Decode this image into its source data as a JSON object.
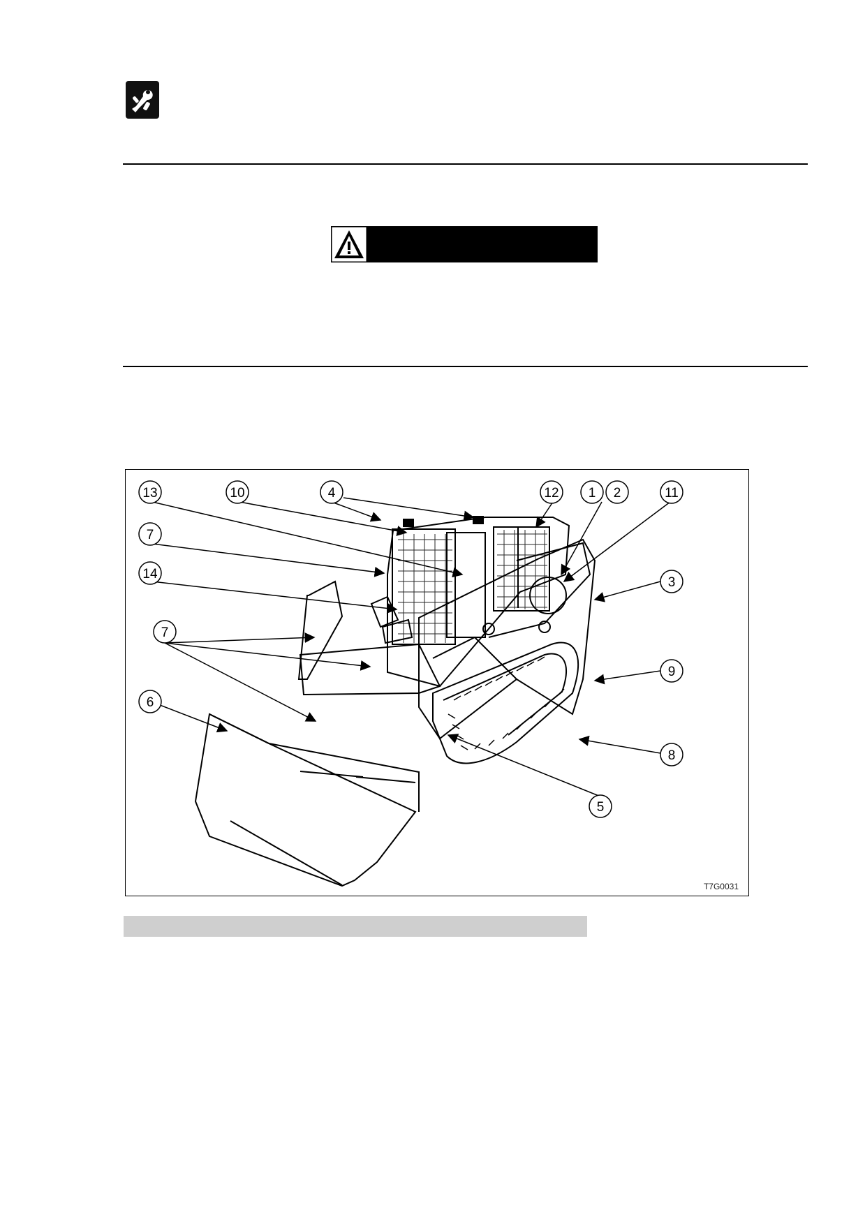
{
  "header": {
    "icon": "service-wrench-icon"
  },
  "warning": {
    "icon": "warning-triangle-icon",
    "label": ""
  },
  "figure": {
    "code": "T7G0031",
    "callouts": [
      "1",
      "2",
      "3",
      "4",
      "5",
      "6",
      "7",
      "7",
      "8",
      "9",
      "10",
      "11",
      "12",
      "13",
      "14"
    ]
  },
  "caption": {
    "text": ""
  }
}
